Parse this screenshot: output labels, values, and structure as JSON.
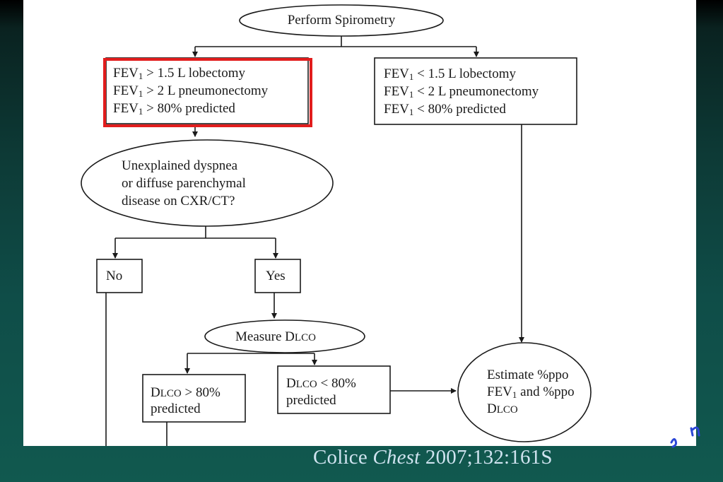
{
  "nodes": {
    "start": "Perform Spirometry",
    "good_fev": {
      "fev_label": "FEV",
      "subscript": "1",
      "line1_rest": " > 1.5 L lobectomy",
      "line2_rest": " > 2 L pneumonectomy",
      "line3_rest": " > 80% predicted"
    },
    "poor_fev": {
      "fev_label": "FEV",
      "subscript": "1",
      "line1_rest": " < 1.5 L lobectomy",
      "line2_rest": " < 2 L pneumonectomy",
      "line3_rest": " < 80% predicted"
    },
    "dyspnea_question": {
      "line1": "Unexplained dyspnea",
      "line2": "or diffuse parenchymal",
      "line3": "disease on CXR/CT?"
    },
    "no": "No",
    "yes": "Yes",
    "measure_dlco": {
      "prefix": "Measure ",
      "d": "D",
      "lco": "LCO"
    },
    "dlco_high": {
      "d": "D",
      "lco": "LCO",
      "rest": " > 80%",
      "line2": "predicted"
    },
    "dlco_low": {
      "d": "D",
      "lco": "LCO",
      "rest": " < 80%",
      "line2": "predicted"
    },
    "estimate": {
      "line1": "Estimate %ppo",
      "fev_label": "FEV",
      "subscript": "1",
      "line2_rest": " and %ppo",
      "d": "D",
      "lco": "LCO"
    }
  },
  "citation": {
    "author": "Colice ",
    "journal": "Chest",
    "ref": " 2007;132:161S"
  },
  "colors": {
    "highlight_box": "#e21d1d",
    "citation_text": "#cfe3ef",
    "scribble": "#2b46d6"
  }
}
